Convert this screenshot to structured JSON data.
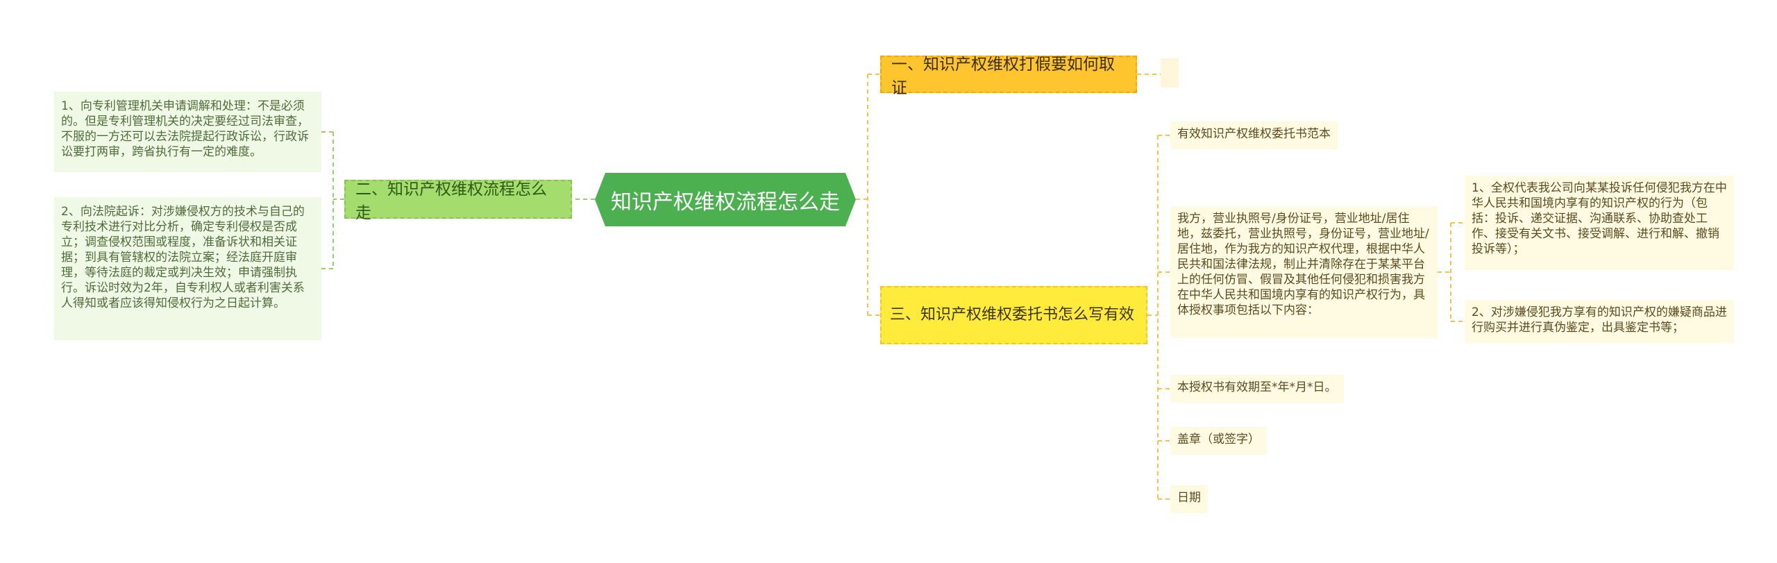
{
  "center": {
    "title": "知识产权维权流程怎么走"
  },
  "branch_left": {
    "label": "二、知识产权维权流程怎么走",
    "leaves": [
      "1、向专利管理机关申请调解和处理：不是必须的。但是专利管理机关的决定要经过司法审查，不服的一方还可以去法院提起行政诉讼，行政诉讼要打两审，跨省执行有一定的难度。",
      "2、向法院起诉：对涉嫌侵权方的技术与自己的专利技术进行对比分析，确定专利侵权是否成立；调查侵权范围或程度，准备诉状和相关证据；到具有管辖权的法院立案；经法庭开庭审理，等待法庭的裁定或判决生效；申请强制执行。诉讼时效为2年，自专利权人或者利害关系人得知或者应该得知侵权行为之日起计算。"
    ]
  },
  "branch_right_1": {
    "label": "一、知识产权维权打假要如何取证"
  },
  "branch_right_3": {
    "label": "三、知识产权维权委托书怎么写有效",
    "leaves": {
      "heading": "有效知识产权维权委托书范本",
      "body": "我方，营业执照号/身份证号，营业地址/居住地，兹委托，营业执照号，身份证号，营业地址/居住地，作为我方的知识产权代理，根据中华人民共和国法律法规，制止并清除存在于某某平台上的任何仿冒、假冒及其他任何侵犯和损害我方在中华人民共和国境内享有的知识产权行为，具体授权事项包括以下内容：",
      "items": [
        "1、全权代表我公司向某某投诉任何侵犯我方在中华人民共和国境内享有的知识产权的行为（包括：投诉、递交证据、沟通联系、协助查处工作、接受有关文书、接受调解、进行和解、撤销投诉等）；",
        "2、对涉嫌侵犯我方享有的知识产权的嫌疑商品进行购买并进行真伪鉴定，出具鉴定书等；"
      ],
      "validity": "本授权书有效期至*年*月*日。",
      "seal": "盖章（或签字）",
      "date": "日期"
    }
  }
}
